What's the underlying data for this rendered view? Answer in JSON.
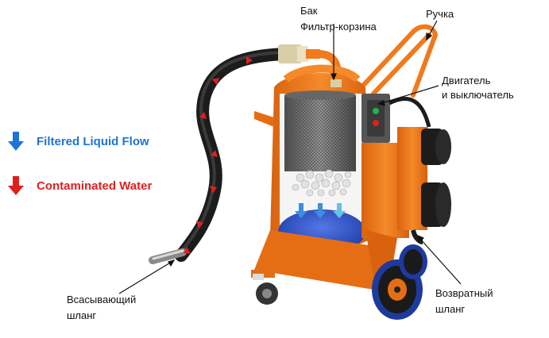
{
  "legend": {
    "filtered": {
      "text": "Filtered Liquid Flow",
      "color": "#1e73d8"
    },
    "contaminated": {
      "text": "Contaminated Water",
      "color": "#e0201e"
    }
  },
  "labels": {
    "tank": "Бак",
    "filter_basket": "Фильтр-корзина",
    "handle": "Ручка",
    "motor_line1": "Двигатель",
    "motor_line2": "и выключатель",
    "suction_line1": "Всасывающий",
    "suction_line2": "шланг",
    "return_line1": "Возвратный",
    "return_line2": "шланг"
  },
  "colors": {
    "body_orange": "#f07a1c",
    "hose_black": "#1c1c1c",
    "wheel_blue": "#1d3a9c",
    "water_blue": "#2d52c8"
  }
}
